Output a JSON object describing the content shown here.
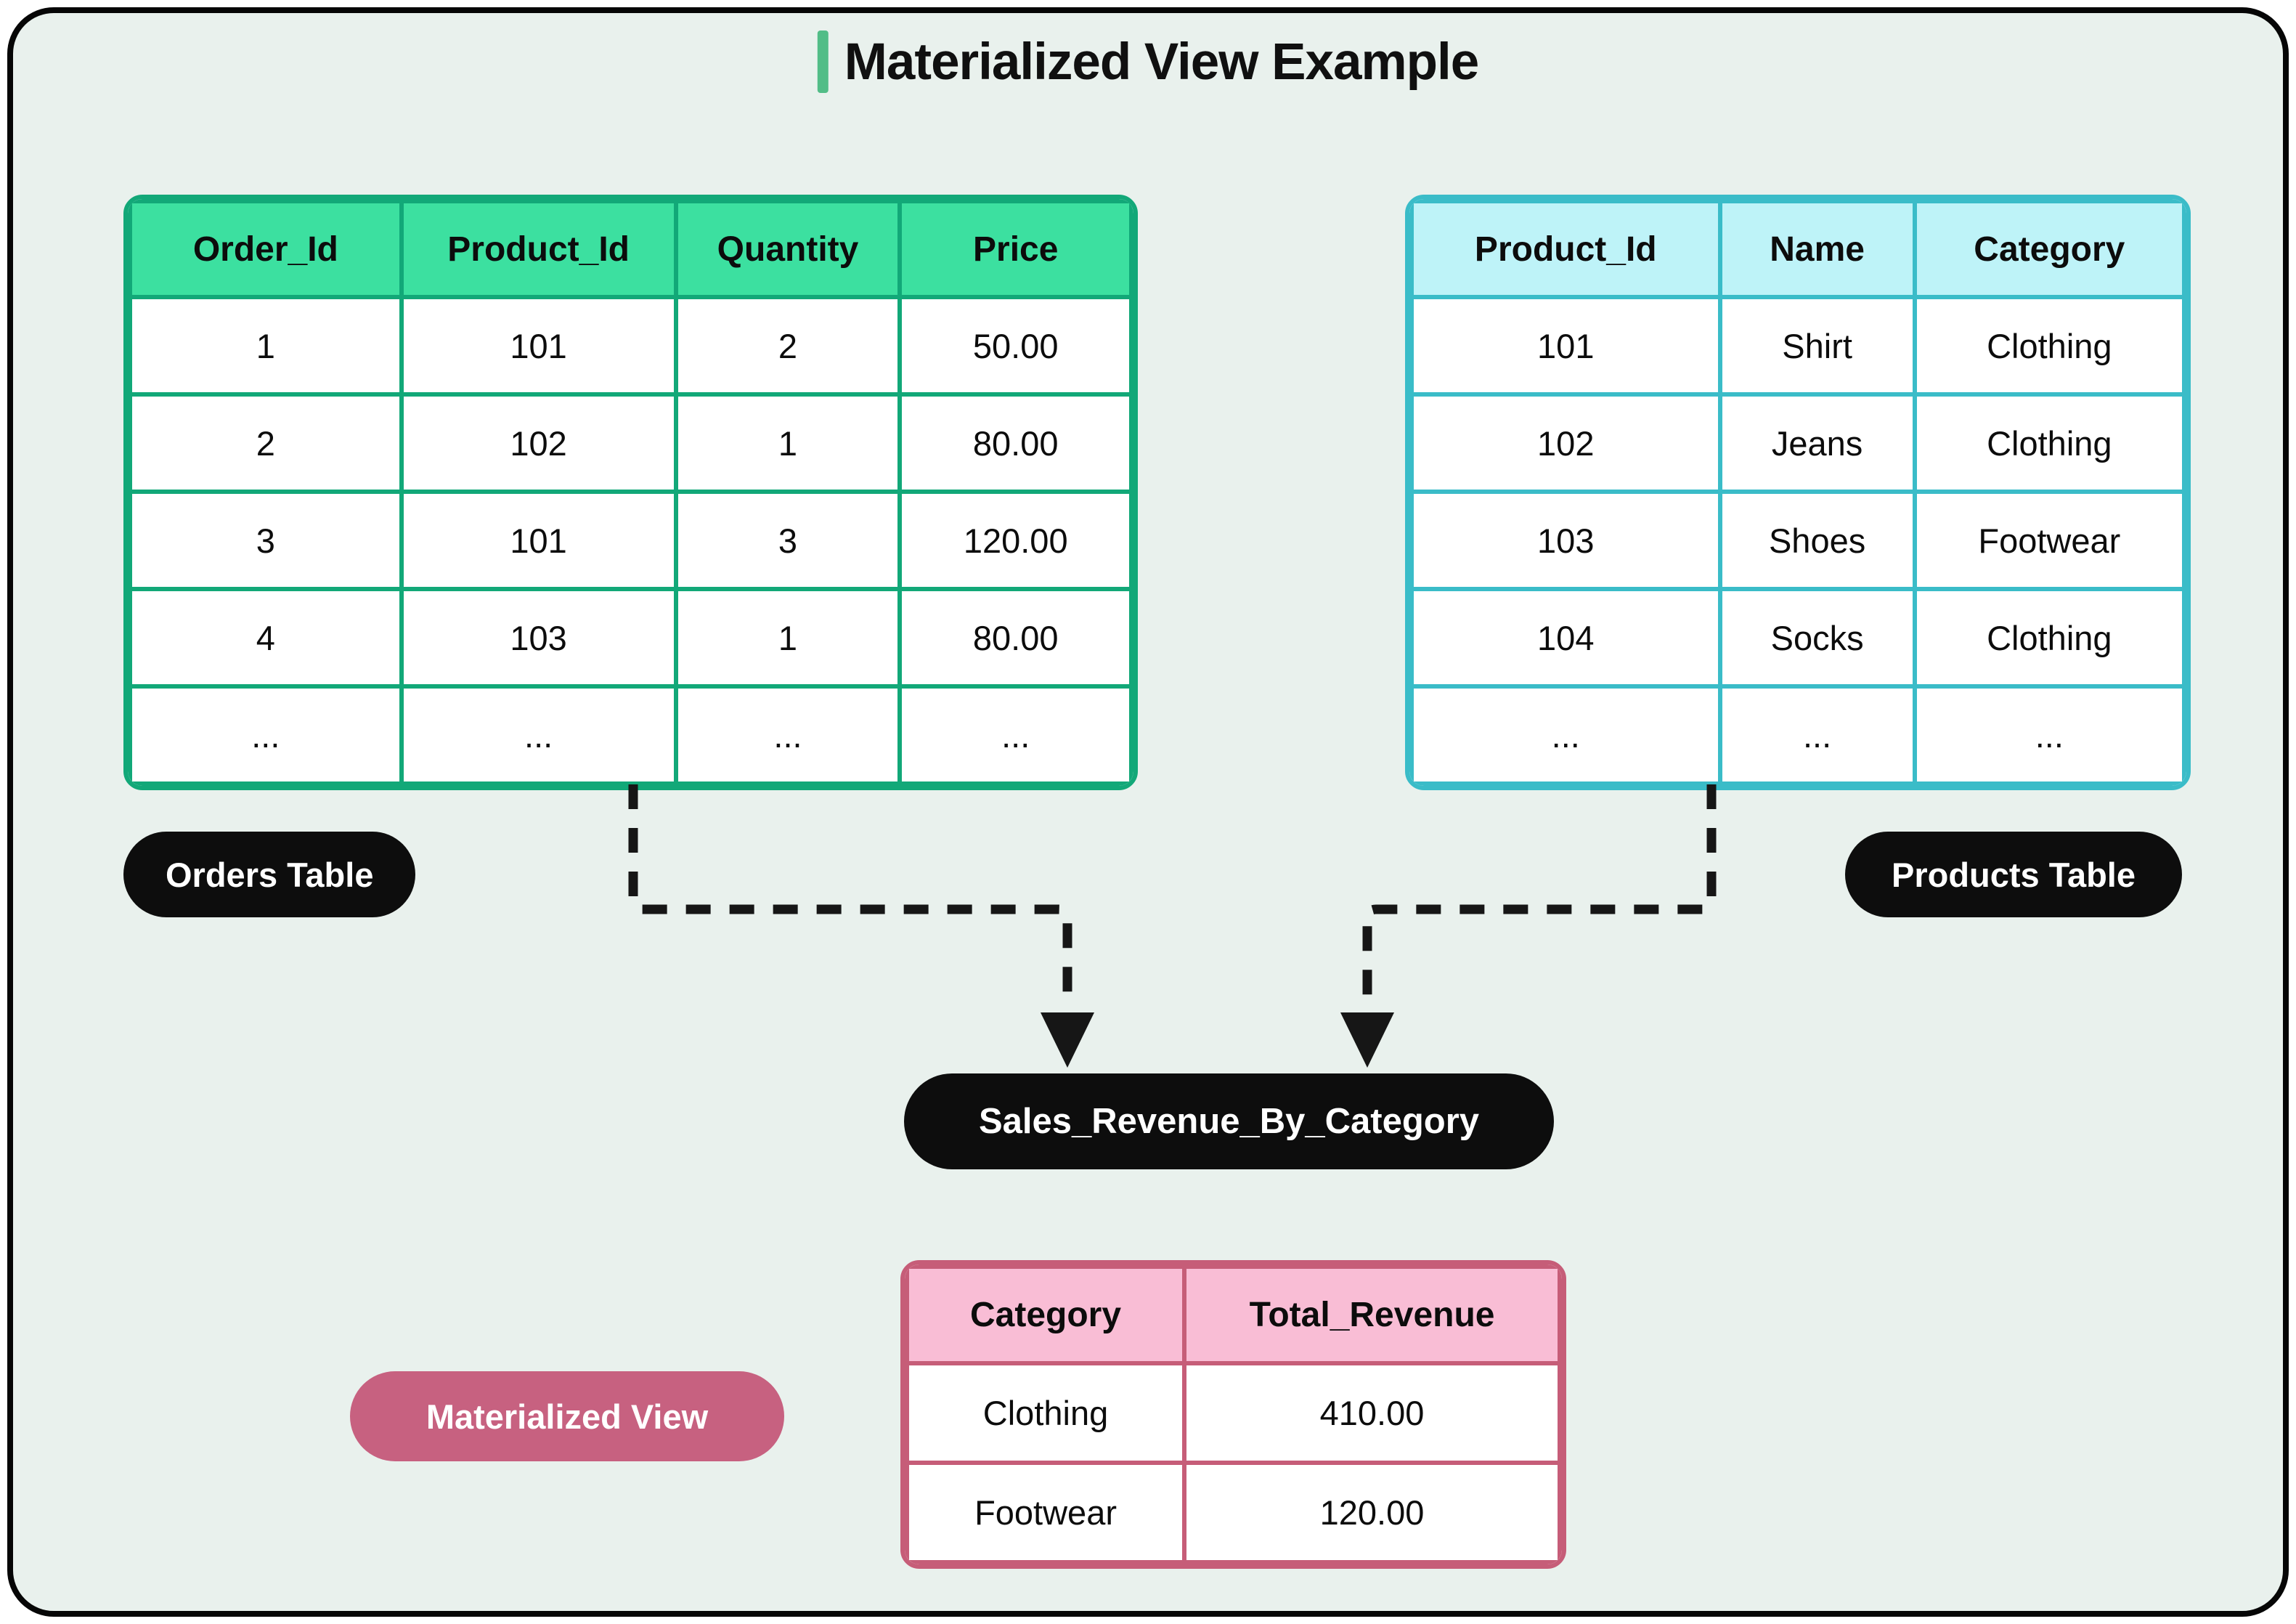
{
  "title": {
    "text": "Materialized View Example"
  },
  "colors": {
    "background": "#e9f1ed",
    "canvas_border": "#060606",
    "orders_border": "#12a878",
    "orders_header_bg": "#3ce0a0",
    "products_border": "#3abcc8",
    "products_header_bg": "#bef3f8",
    "view_border": "#c65d78",
    "view_header_bg": "#f9bdd5",
    "pill_black": "#0d0d0d",
    "pill_rose": "#c76180",
    "title_accent": "#52bd87"
  },
  "orders_table": {
    "caption": "Orders Table",
    "columns": [
      "Order_Id",
      "Product_Id",
      "Quantity",
      "Price"
    ],
    "rows": [
      [
        "1",
        "101",
        "2",
        "50.00"
      ],
      [
        "2",
        "102",
        "1",
        "80.00"
      ],
      [
        "3",
        "101",
        "3",
        "120.00"
      ],
      [
        "4",
        "103",
        "1",
        "80.00"
      ],
      [
        "...",
        "...",
        "...",
        "..."
      ]
    ]
  },
  "products_table": {
    "caption": "Products Table",
    "columns": [
      "Product_Id",
      "Name",
      "Category"
    ],
    "rows": [
      [
        "101",
        "Shirt",
        "Clothing"
      ],
      [
        "102",
        "Jeans",
        "Clothing"
      ],
      [
        "103",
        "Shoes",
        "Footwear"
      ],
      [
        "104",
        "Socks",
        "Clothing"
      ],
      [
        "...",
        "...",
        "..."
      ]
    ]
  },
  "sales_view_pill": {
    "label": "Sales_Revenue_By_Category"
  },
  "materialized_view_pill": {
    "label": "Materialized View"
  },
  "materialized_view_table": {
    "columns": [
      "Category",
      "Total_Revenue"
    ],
    "rows": [
      [
        "Clothing",
        "410.00"
      ],
      [
        "Footwear",
        "120.00"
      ]
    ]
  }
}
